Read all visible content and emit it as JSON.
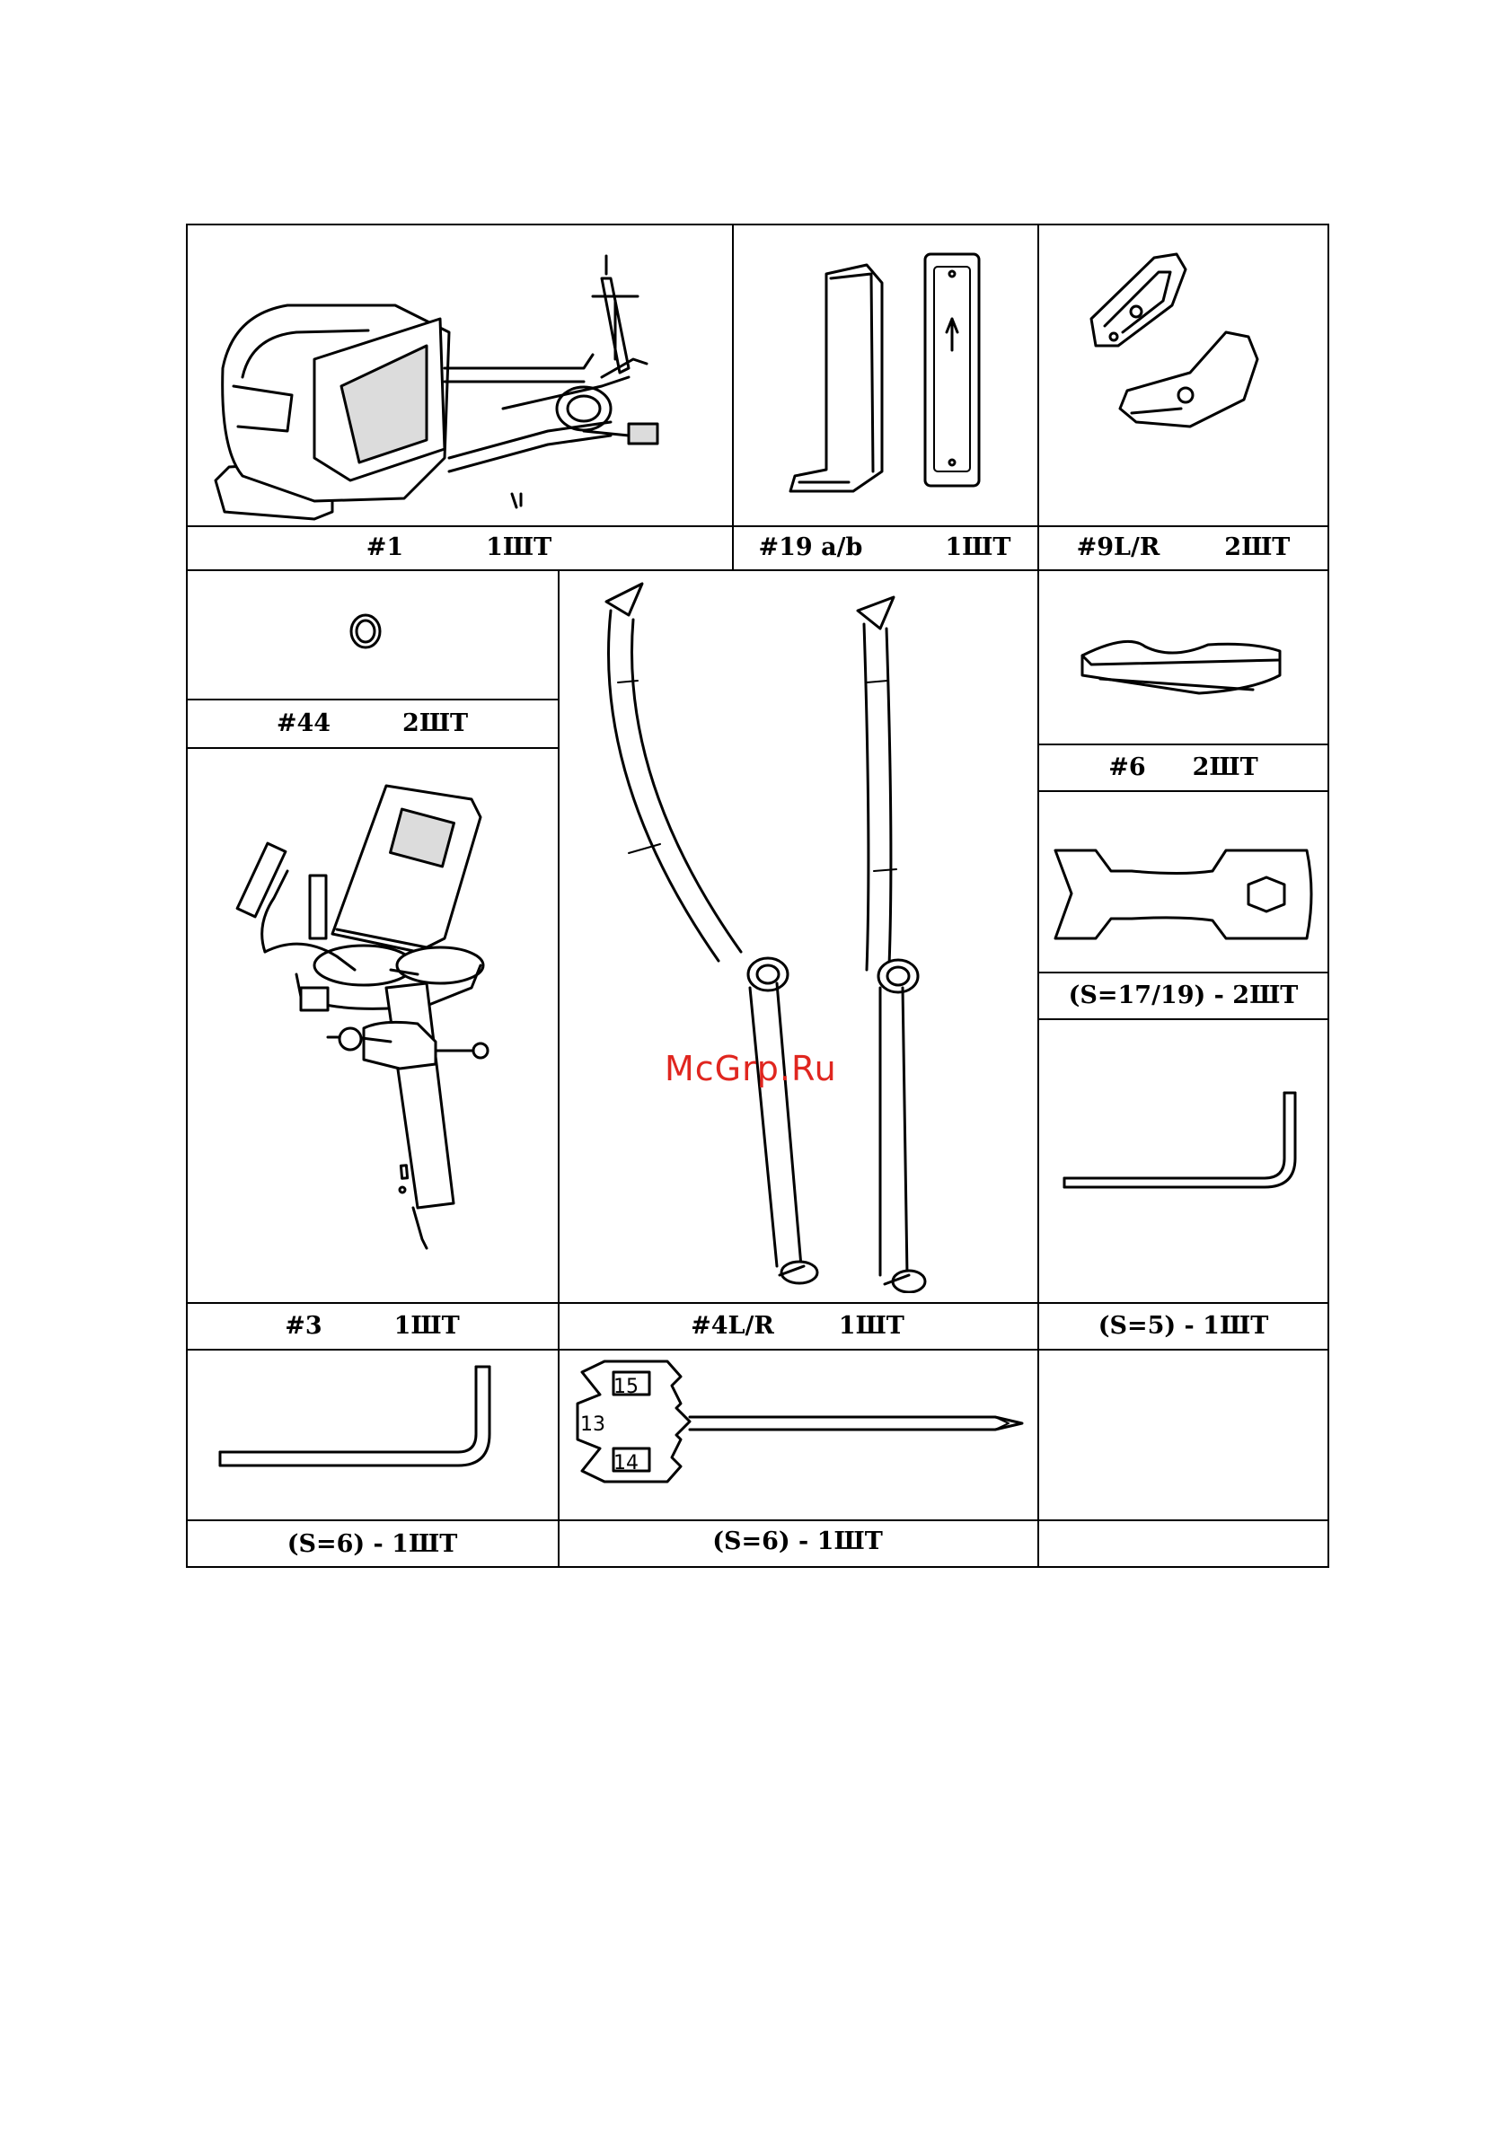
{
  "watermark": "McGrp.Ru",
  "parts": [
    {
      "id": "#1",
      "qty": "1ШТ",
      "icon": "elliptical-trainer-icon"
    },
    {
      "id": "#19 a/b",
      "qty": "1ШТ",
      "icon": "side-cover-icon"
    },
    {
      "id": "#9L/R",
      "qty": "2ШТ",
      "icon": "cover-pair-icon"
    },
    {
      "id": "#44",
      "qty": "2ШТ",
      "icon": "washer-icon"
    },
    {
      "id": "#6",
      "qty": "2ШТ",
      "icon": "foot-cap-icon"
    },
    {
      "id": "#3",
      "qty": "1ШТ",
      "icon": "console-mast-icon"
    },
    {
      "id": "#4L/R",
      "qty": "1ШТ",
      "icon": "handlebar-arms-icon"
    }
  ],
  "tools": [
    {
      "label": "(S=17/19) - 2ШТ",
      "icon": "open-wrench-icon"
    },
    {
      "label": "(S=5) - 1ШТ",
      "icon": "hex-key-icon"
    },
    {
      "label": "(S=6) - 1ШТ",
      "icon": "hex-key-icon"
    },
    {
      "label": "(S=6) - 1ШТ",
      "icon": "multi-wrench-screwdriver-icon"
    }
  ],
  "wrench_sizes": [
    "15",
    "13",
    "14"
  ]
}
